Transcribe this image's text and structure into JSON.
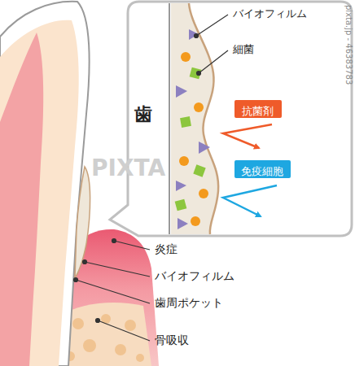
{
  "diagram": {
    "nodes": [
      {
        "text": [
          "歯"
        ]
      },
      {
        "text": [
          "抗菌剤"
        ],
        "in": 0
      },
      {
        "text": [
          "免疫細胞"
        ],
        "in": 0
      }
    ],
    "labels": [
      "バイオフィルム",
      "細菌",
      "炎症",
      "バイオフィルム",
      "歯周ポケット",
      "骨吸収",
      "PIXTA",
      "pixta.jp - 46383783"
    ]
  }
}
